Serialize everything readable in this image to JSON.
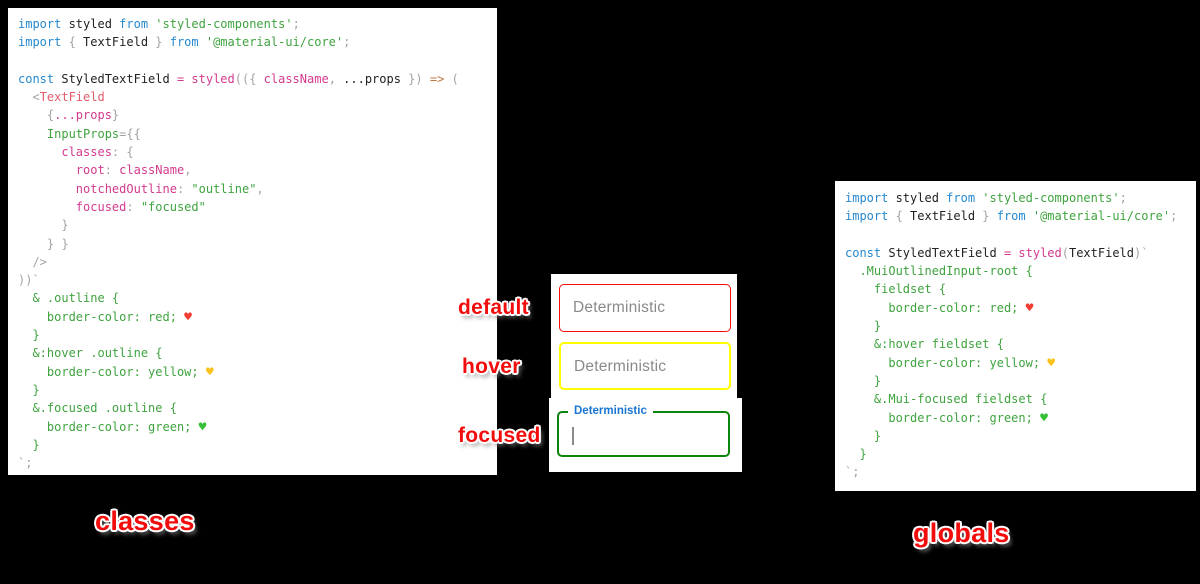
{
  "colors": {
    "background": "#000000",
    "panel": "#ffffff",
    "keyword_blue": "#2688cf",
    "string_green": "#3fa33f",
    "prop_pink": "#d33a8d",
    "jsx_tag_salmon": "#e35d6a",
    "arrow_orange": "#bf7640",
    "punctuation_gray": "#a3a3a3",
    "border_default": "#f80c0c",
    "border_hover": "#ffff00",
    "border_focused": "#0b850b",
    "focused_label_blue": "#1976d2",
    "annotation_red": "#f20d0d"
  },
  "left_code": {
    "lines": [
      [
        [
          "kw",
          "import "
        ],
        [
          "id",
          "styled "
        ],
        [
          "kw",
          "from "
        ],
        [
          "str",
          "'styled-components'"
        ],
        [
          "pn",
          ";"
        ]
      ],
      [
        [
          "kw",
          "import "
        ],
        [
          "pn",
          "{ "
        ],
        [
          "id",
          "TextField "
        ],
        [
          "pn",
          "} "
        ],
        [
          "kw",
          "from "
        ],
        [
          "str",
          "'@material-ui/core'"
        ],
        [
          "pn",
          ";"
        ]
      ],
      [],
      [
        [
          "kw",
          "const "
        ],
        [
          "id",
          "StyledTextField "
        ],
        [
          "pink",
          "= styled"
        ],
        [
          "pn",
          "(({ "
        ],
        [
          "pink",
          "className"
        ],
        [
          "pn",
          ", "
        ],
        [
          "id",
          "...props "
        ],
        [
          "pn",
          "}) "
        ],
        [
          "arr",
          "=> "
        ],
        [
          "pn",
          "("
        ]
      ],
      [
        [
          "pn",
          "  <"
        ],
        [
          "tag",
          "TextField"
        ]
      ],
      [
        [
          "pn",
          "    {"
        ],
        [
          "pink",
          "...props"
        ],
        [
          "pn",
          "}"
        ]
      ],
      [
        [
          "str",
          "    InputProps"
        ],
        [
          "pn",
          "={{"
        ]
      ],
      [
        [
          "pink",
          "      classes"
        ],
        [
          "pn",
          ": {"
        ]
      ],
      [
        [
          "pink",
          "        root"
        ],
        [
          "pn",
          ": "
        ],
        [
          "pink",
          "className"
        ],
        [
          "pn",
          ","
        ]
      ],
      [
        [
          "pink",
          "        notchedOutline"
        ],
        [
          "pn",
          ": "
        ],
        [
          "str",
          "\"outline\""
        ],
        [
          "pn",
          ","
        ]
      ],
      [
        [
          "pink",
          "        focused"
        ],
        [
          "pn",
          ": "
        ],
        [
          "str",
          "\"focused\""
        ]
      ],
      [
        [
          "pn",
          "      }"
        ]
      ],
      [
        [
          "pn",
          "    } }"
        ]
      ],
      [
        [
          "pn",
          "  />"
        ]
      ],
      [
        [
          "pn",
          "))`"
        ]
      ],
      [
        [
          "str",
          "  & .outline {"
        ]
      ],
      [
        [
          "str",
          "    border-color: red; "
        ],
        [
          "hr",
          "♥"
        ]
      ],
      [
        [
          "str",
          "  }"
        ]
      ],
      [
        [
          "str",
          "  &:hover .outline {"
        ]
      ],
      [
        [
          "str",
          "    border-color: yellow; "
        ],
        [
          "hy",
          "♥"
        ]
      ],
      [
        [
          "str",
          "  }"
        ]
      ],
      [
        [
          "str",
          "  &.focused .outline {"
        ]
      ],
      [
        [
          "str",
          "    border-color: green; "
        ],
        [
          "hg",
          "♥"
        ]
      ],
      [
        [
          "str",
          "  }"
        ]
      ],
      [
        [
          "pn",
          "`;"
        ]
      ]
    ]
  },
  "right_code": {
    "lines": [
      [
        [
          "kw",
          "import "
        ],
        [
          "id",
          "styled "
        ],
        [
          "kw",
          "from "
        ],
        [
          "str",
          "'styled-components'"
        ],
        [
          "pn",
          ";"
        ]
      ],
      [
        [
          "kw",
          "import "
        ],
        [
          "pn",
          "{ "
        ],
        [
          "id",
          "TextField "
        ],
        [
          "pn",
          "} "
        ],
        [
          "kw",
          "from "
        ],
        [
          "str",
          "'@material-ui/core'"
        ],
        [
          "pn",
          ";"
        ]
      ],
      [],
      [
        [
          "kw",
          "const "
        ],
        [
          "id",
          "StyledTextField "
        ],
        [
          "pink",
          "= styled"
        ],
        [
          "pn",
          "("
        ],
        [
          "id",
          "TextField"
        ],
        [
          "pn",
          ")`"
        ]
      ],
      [
        [
          "str",
          "  .MuiOutlinedInput-root {"
        ]
      ],
      [
        [
          "str",
          "    fieldset {"
        ]
      ],
      [
        [
          "str",
          "      border-color: red; "
        ],
        [
          "hr",
          "♥"
        ]
      ],
      [
        [
          "str",
          "    }"
        ]
      ],
      [
        [
          "str",
          "    &:hover fieldset {"
        ]
      ],
      [
        [
          "str",
          "      border-color: yellow; "
        ],
        [
          "hy",
          "♥"
        ]
      ],
      [
        [
          "str",
          "    }"
        ]
      ],
      [
        [
          "str",
          "    &.Mui-focused fieldset {"
        ]
      ],
      [
        [
          "str",
          "      border-color: green; "
        ],
        [
          "hg",
          "♥"
        ]
      ],
      [
        [
          "str",
          "    }"
        ]
      ],
      [
        [
          "str",
          "  }"
        ]
      ],
      [
        [
          "pn",
          "`;"
        ]
      ]
    ]
  },
  "middle": {
    "fields": [
      {
        "state_label": "default",
        "placeholder": "Deterministic",
        "border": "#f80c0c"
      },
      {
        "state_label": "hover",
        "placeholder": "Deterministic",
        "border": "#ffff00"
      },
      {
        "state_label": "focused",
        "label": "Deterministic",
        "border": "#0b850b"
      }
    ]
  },
  "captions": {
    "left": "classes",
    "right": "globals"
  },
  "icons": {
    "heart_red": "♥",
    "heart_yellow": "♥",
    "heart_green": "♥"
  }
}
